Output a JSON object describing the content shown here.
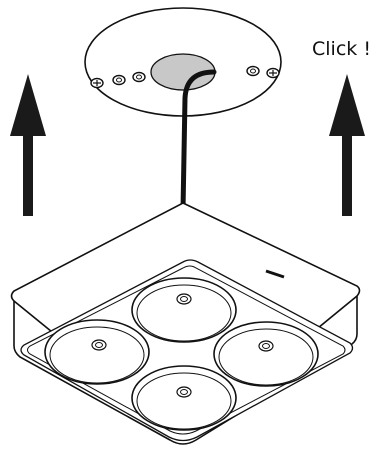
{
  "annotation": {
    "label": "Click !"
  },
  "colors": {
    "line": "#111111",
    "fill": "#ffffff",
    "arrow": "#1a1a1a",
    "mount_center": "#c8c8c8"
  },
  "icons": {
    "arrows": "up-arrow-icon",
    "mount": "ceiling-mount-plate",
    "fixture": "square-four-lamp-fixture"
  }
}
